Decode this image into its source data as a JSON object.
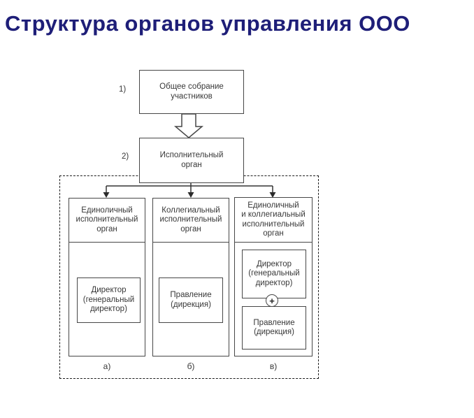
{
  "title": "Структура органов управления ООО",
  "nodes": {
    "general_meeting": {
      "num": "1)",
      "label": "Общее собрание\nучастников"
    },
    "executive_body": {
      "num": "2)",
      "label": "Исполнительный\nорган"
    },
    "col_a": {
      "header": "Единоличный\nисполнительный\nорган",
      "inner": "Директор\n(генеральный\nдиректор)",
      "footnote": "а)"
    },
    "col_b": {
      "header": "Коллегиальный\nисполнительный\nорган",
      "inner": "Правление\n(дирекция)",
      "footnote": "б)"
    },
    "col_c": {
      "header": "Единоличный\nи коллегиальный\nисполнительный\nорган",
      "inner_top": "Директор\n(генеральный\nдиректор)",
      "plus_sign": "+",
      "inner_bottom": "Правление\n(дирекция)",
      "footnote": "в)"
    }
  },
  "colors": {
    "title_text": "#1e1e78",
    "diagram_line": "#474747",
    "diagram_text": "#383838",
    "background": "#ffffff"
  }
}
